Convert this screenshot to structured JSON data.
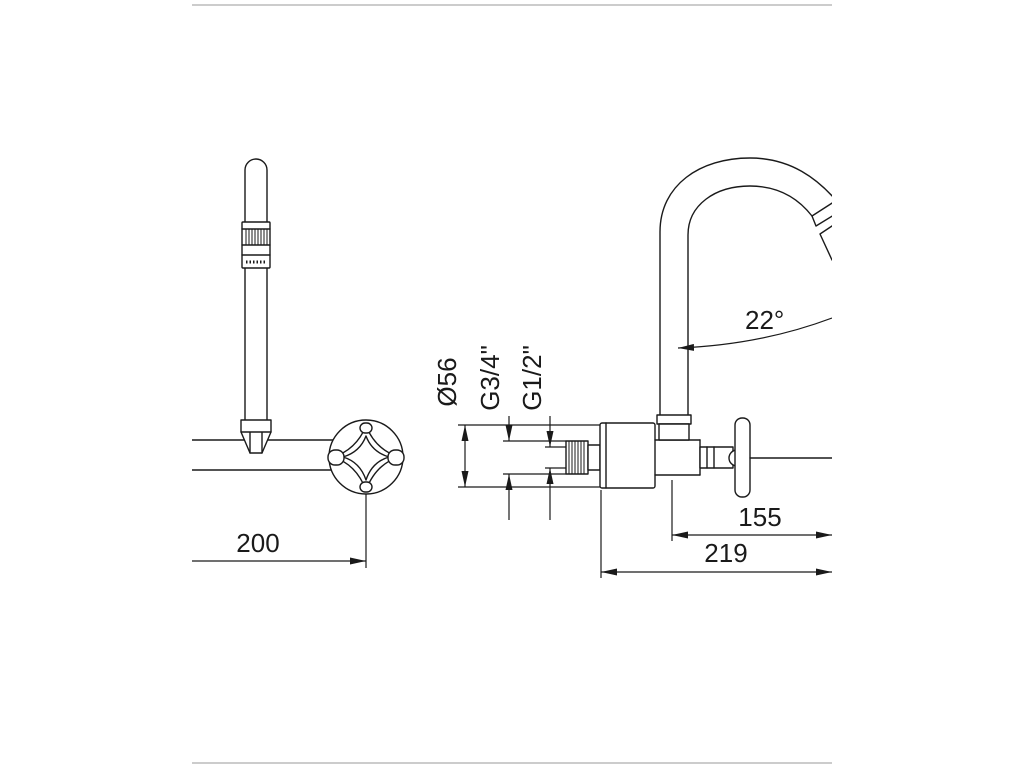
{
  "drawing": {
    "front_view": {
      "reach": "200"
    },
    "side_view": {
      "flange_diameter": "Ø56",
      "thread_outer": "G3/4\"",
      "thread_inner": "G1/2\"",
      "spout_angle": "22°",
      "spout_projection": "155",
      "total_projection": "219"
    }
  },
  "colors": {
    "line": "#1a1a1a",
    "frame": "#9a9a9a",
    "background": "#ffffff"
  }
}
